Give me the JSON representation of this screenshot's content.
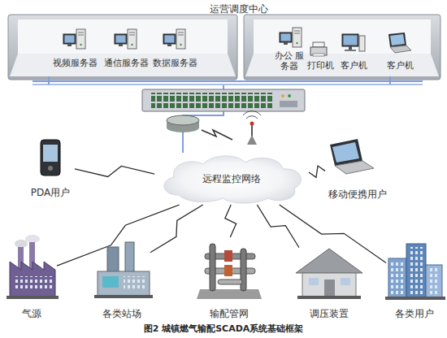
{
  "diagram": {
    "caption": "图2 城镇燃气输配SCADA系统基础框架",
    "nodes": [
      {
        "text": [
          "运营调度中心"
        ]
      },
      {
        "text": [
          "视频服务器"
        ],
        "in": 0
      },
      {
        "text": [
          "通信服务器"
        ],
        "in": 0
      },
      {
        "text": [
          "数据服务器"
        ],
        "in": 0
      },
      {
        "text": [
          "办公 服务器"
        ],
        "in": 0
      },
      {
        "text": [
          "打印机"
        ],
        "in": 0
      },
      {
        "text": [
          "客户机"
        ],
        "in": 0
      },
      {
        "text": [
          "客户机"
        ],
        "in": 0
      },
      {
        "text": [
          "远程监控网络"
        ]
      },
      {
        "text": [
          "PDA用户"
        ]
      },
      {
        "text": [
          "移动便携用户"
        ]
      },
      {
        "text": [
          "气源"
        ]
      },
      {
        "text": [
          "各类站场"
        ]
      },
      {
        "text": [
          "输配管网"
        ]
      },
      {
        "text": [
          "调压装置"
        ]
      },
      {
        "text": [
          "各类用户"
        ]
      }
    ],
    "edges": [
      {
        "from": 0,
        "to": 8,
        "arrow": "none"
      },
      {
        "from": 8,
        "to": 9,
        "arrow": "none"
      },
      {
        "from": 8,
        "to": 10,
        "arrow": "none"
      },
      {
        "from": 8,
        "to": 11,
        "arrow": "none"
      },
      {
        "from": 8,
        "to": 12,
        "arrow": "none"
      },
      {
        "from": 8,
        "to": 13,
        "arrow": "none"
      },
      {
        "from": 8,
        "to": 14,
        "arrow": "none"
      },
      {
        "from": 8,
        "to": 15,
        "arrow": "none"
      }
    ]
  }
}
